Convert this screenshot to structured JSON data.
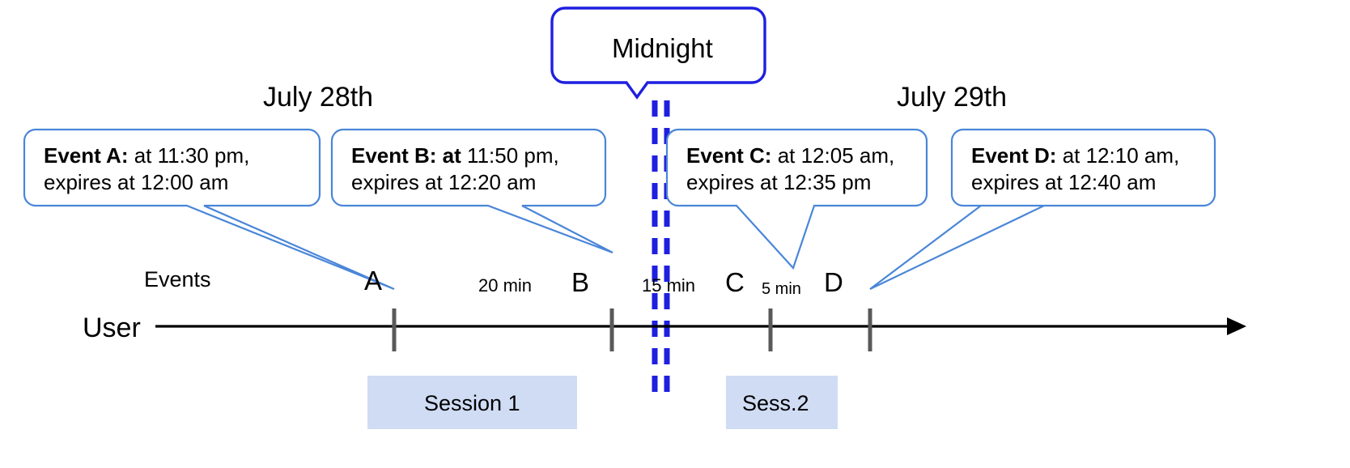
{
  "diagram": {
    "title_labels": {
      "day_left": "July 28th",
      "day_right": "July 29th",
      "midnight": "Midnight"
    },
    "axis": {
      "row_label": "User",
      "events_label": "Events",
      "line_color": "#000000",
      "tick_color": "#595959"
    },
    "midnight_line": {
      "color": "#1f1fe0",
      "style": "double-dashed"
    },
    "callouts": [
      {
        "id": "event-a",
        "bold": "Event A:",
        "rest_line1": " at 11:30 pm,",
        "line2": "expires at 12:00 am",
        "border_color": "#4a86d8"
      },
      {
        "id": "event-b",
        "bold": "Event B: at",
        "rest_line1": " 11:50 pm,",
        "line2": "expires at 12:20 am",
        "border_color": "#4a86d8"
      },
      {
        "id": "event-c",
        "bold": "Event C:",
        "rest_line1": " at 12:05 am,",
        "line2": "expires at 12:35 pm",
        "border_color": "#4a86d8"
      },
      {
        "id": "event-d",
        "bold": "Event D:",
        "rest_line1": "  at 12:10 am,",
        "line2": "expires at 12:40 am",
        "border_color": "#4a86d8"
      }
    ],
    "event_markers": [
      {
        "letter": "A",
        "time": "11:30 pm"
      },
      {
        "letter": "B",
        "time": "11:50 pm"
      },
      {
        "letter": "C",
        "time": "12:05 am"
      },
      {
        "letter": "D",
        "time": "12:10 am"
      }
    ],
    "gaps": [
      {
        "label": "20 min",
        "between": "A-B"
      },
      {
        "label": "15 min",
        "between": "B-C"
      },
      {
        "label": "5 min",
        "between": "C-D"
      }
    ],
    "sessions": [
      {
        "label": "Session 1",
        "fill": "#cfdcf4"
      },
      {
        "label": "Sess.2",
        "fill": "#cfdcf4"
      }
    ]
  }
}
